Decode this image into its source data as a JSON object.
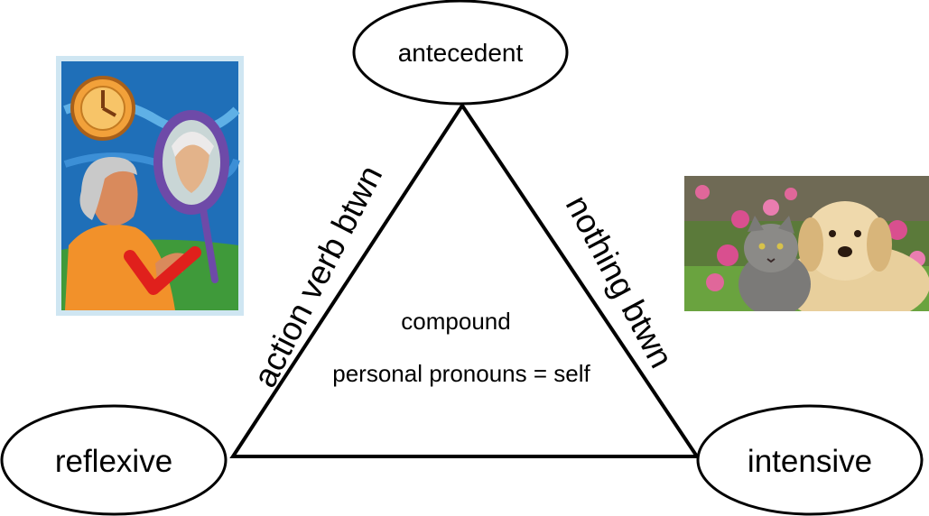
{
  "diagram": {
    "nodes": {
      "top": "antecedent",
      "left": "reflexive",
      "right": "intensive"
    },
    "edges": {
      "left": "action verb btwn",
      "right": "nothing btwn"
    },
    "center": {
      "line1": "compound",
      "line2": "personal pronouns = self"
    }
  },
  "images": {
    "left_clipart": "woman looking in hand mirror with clock and red check mark",
    "right_photo": "kitten and puppy among pink flowers"
  },
  "colors": {
    "stroke": "#000000",
    "check_mark": "#e0201c"
  }
}
